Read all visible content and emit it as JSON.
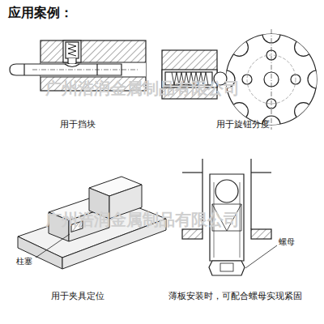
{
  "diagram": {
    "title": "应用案例：",
    "labels": [
      "用于挡块",
      "用于旋钮分度",
      "柱塞",
      "螺母",
      "用于夹具定位",
      "薄板安装时，可配合螺母实现紧固",
      "广州浩润金属制品有限公司",
      "广州浩润金属制品有限公司"
    ]
  }
}
